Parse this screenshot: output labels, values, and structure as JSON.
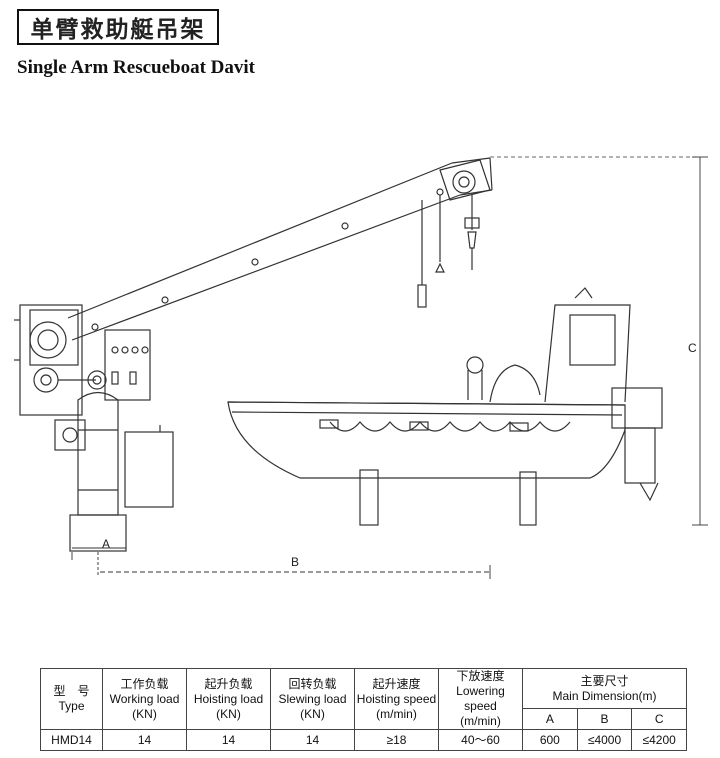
{
  "title_cn": "单臂救助艇吊架",
  "title_en": "Single Arm Rescueboat Davit",
  "dimension_labels": {
    "a": "A",
    "b": "B",
    "c": "C"
  },
  "table": {
    "headers": [
      {
        "cn": "型　号",
        "en": "Type",
        "unit": ""
      },
      {
        "cn": "工作负载",
        "en": "Working load",
        "unit": "(KN)"
      },
      {
        "cn": "起升负载",
        "en": "Hoisting load",
        "unit": "(KN)"
      },
      {
        "cn": "回转负载",
        "en": "Slewing load",
        "unit": "(KN)"
      },
      {
        "cn": "起升速度",
        "en": "Hoisting speed",
        "unit": "(m/min)"
      },
      {
        "cn": "下放速度",
        "en": "Lowering speed",
        "unit": "(m/min)"
      }
    ],
    "dimension_header": {
      "cn": "主要尺寸",
      "en": "Main Dimension(m)",
      "sub": [
        "A",
        "B",
        "C"
      ]
    },
    "rows": [
      {
        "type": "HMD14",
        "working_load": "14",
        "hoisting_load": "14",
        "slewing_load": "14",
        "hoisting_speed": "≥18",
        "lowering_speed": "40～60",
        "a": "600",
        "b": "≤4000",
        "c": "≤4200"
      }
    ]
  }
}
